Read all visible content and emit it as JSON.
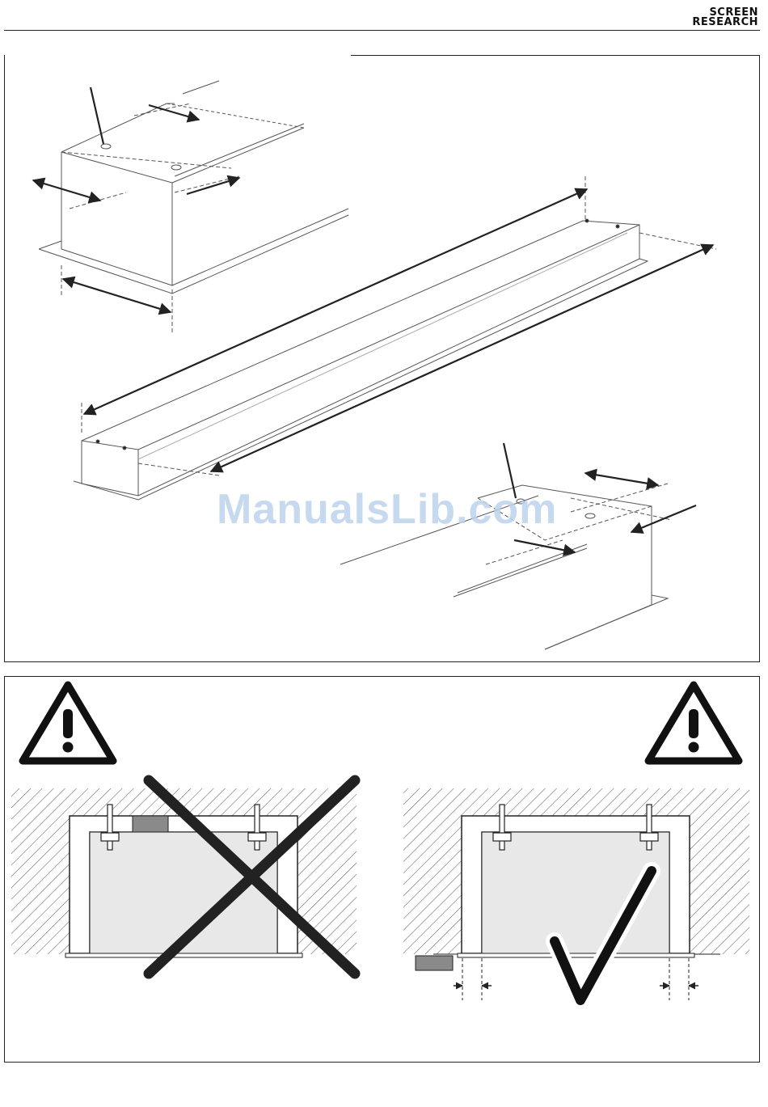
{
  "brand": {
    "logo_line1": "SCREEN",
    "logo_line2": "RESEARCH"
  },
  "watermark": {
    "text": "ManualsLib.com"
  },
  "colors": {
    "line": "#222222",
    "light_line": "#999999",
    "screen_fill": "#e8e8e8",
    "bracket_fill": "#8a8a8a",
    "watermark": "#bcd3ee"
  },
  "icons": [
    "warning-triangle-icon",
    "warning-triangle-icon",
    "cross-mark-icon",
    "check-mark-icon"
  ]
}
